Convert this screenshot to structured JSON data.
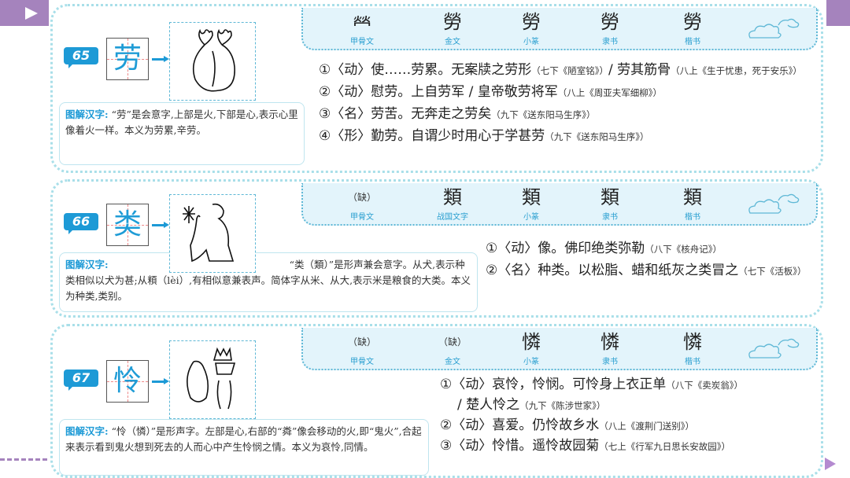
{
  "nav": {
    "prev_icon": "play-triangle-icon",
    "next_icon": "play-triangle-icon",
    "accent": "#a583bd"
  },
  "colors": {
    "brand_blue": "#1d9ad6",
    "strip_bg": "#e3f4fb"
  },
  "entries": [
    {
      "number": "65",
      "char": "劳",
      "scripts": [
        {
          "glyph": "𤇾",
          "label": "甲骨文"
        },
        {
          "glyph": "勞",
          "label": "金文"
        },
        {
          "glyph": "勞",
          "label": "小篆"
        },
        {
          "glyph": "勞",
          "label": "隶书"
        },
        {
          "glyph": "勞",
          "label": "楷书"
        }
      ],
      "explain_head": "图解汉字:",
      "explain_text": "“劳”是会意字,上部是火,下部是心,表示心里像着火一样。本义为劳累,辛劳。",
      "defs": [
        {
          "num": "①",
          "pos": "〈动〉",
          "meaning": "使……劳累。",
          "example": "无案牍之劳形",
          "source": "（七下《陋室铭》）",
          "example2": "/ 劳其筋骨",
          "source2": "（八上《生于忧患，死于安乐》）"
        },
        {
          "num": "②",
          "pos": "〈动〉",
          "meaning": "慰劳。",
          "example": "上自劳军 / 皇帝敬劳将军",
          "source": "（八上《周亚夫军细柳》）"
        },
        {
          "num": "③",
          "pos": "〈名〉",
          "meaning": "劳苦。",
          "example": "无奔走之劳矣",
          "source": "（九下《送东阳马生序》）"
        },
        {
          "num": "④",
          "pos": "〈形〉",
          "meaning": "勤劳。",
          "example": "自谓少时用心于学甚劳",
          "source": "（九下《送东阳马生序》）"
        }
      ]
    },
    {
      "number": "66",
      "char": "类",
      "scripts": [
        {
          "glyph": "（缺）",
          "label": "甲骨文"
        },
        {
          "glyph": "類",
          "label": "战国文字"
        },
        {
          "glyph": "類",
          "label": "小篆"
        },
        {
          "glyph": "類",
          "label": "隶书"
        },
        {
          "glyph": "類",
          "label": "楷书"
        }
      ],
      "explain_head": "图解汉字:",
      "explain_text": "“类（類）”是形声兼会意字。从犬,表示种类相似以犬为甚;从頪（lèi）,有相似意兼表声。简体字从米、从大,表示米是粮食的大类。本义为种类,类别。",
      "defs": [
        {
          "num": "①",
          "pos": "〈动〉",
          "meaning": "像。",
          "example": "佛印绝类弥勒",
          "source": "（八下《核舟记》）"
        },
        {
          "num": "②",
          "pos": "〈名〉",
          "meaning": "种类。",
          "example": "以松脂、蜡和纸灰之类冒之",
          "source": "（七下《活板》）"
        }
      ]
    },
    {
      "number": "67",
      "char": "怜",
      "scripts": [
        {
          "glyph": "（缺）",
          "label": "甲骨文"
        },
        {
          "glyph": "（缺）",
          "label": "金文"
        },
        {
          "glyph": "憐",
          "label": "小篆"
        },
        {
          "glyph": "憐",
          "label": "隶书"
        },
        {
          "glyph": "憐",
          "label": "楷书"
        }
      ],
      "explain_head": "图解汉字:",
      "explain_text": "“怜（憐）”是形声字。左部是心,右部的“粦”像会移动的火,即“鬼火”,合起来表示看到鬼火想到死去的人而心中产生怜悯之情。本义为哀怜,同情。",
      "defs": [
        {
          "num": "①",
          "pos": "〈动〉",
          "meaning": "哀怜，怜悯。",
          "example": "可怜身上衣正单",
          "source": "（八下《卖炭翁》）",
          "example2": "/ 楚人怜之",
          "source2": "（九下《陈涉世家》）"
        },
        {
          "num": "②",
          "pos": "〈动〉",
          "meaning": "喜爱。",
          "example": "仍怜故乡水",
          "source": "（八上《渡荆门送别》）"
        },
        {
          "num": "③",
          "pos": "〈动〉",
          "meaning": "怜惜。",
          "example": "遥怜故园菊",
          "source": "（七上《行军九日思长安故园》）"
        }
      ]
    }
  ]
}
